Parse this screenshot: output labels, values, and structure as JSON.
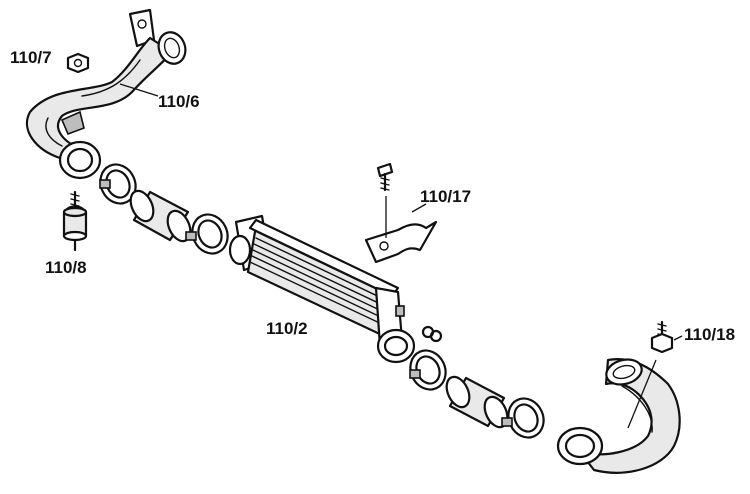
{
  "callouts": {
    "c110_7": "110/7",
    "c110_6": "110/6",
    "c110_8": "110/8",
    "c110_17": "110/17",
    "c110_2": "110/2",
    "c110_18": "110/18"
  }
}
